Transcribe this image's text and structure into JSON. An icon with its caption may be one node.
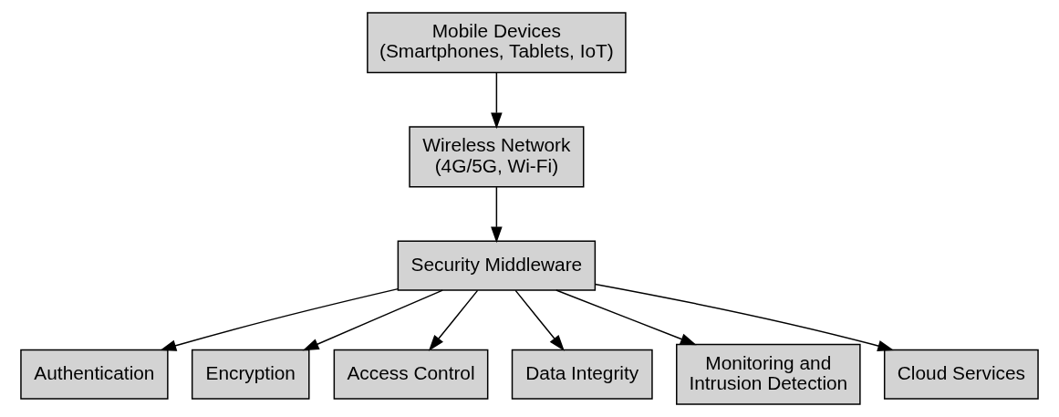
{
  "diagram": {
    "nodes": [
      {
        "text": [
          "Mobile Devices (Smartphones, Tablets, IoT)"
        ]
      },
      {
        "text": [
          "Wireless Network (4G/5G, Wi-Fi)"
        ]
      },
      {
        "text": [
          "Security Middleware"
        ]
      },
      {
        "text": [
          "Authentication"
        ]
      },
      {
        "text": [
          "Encryption"
        ]
      },
      {
        "text": [
          "Access Control"
        ]
      },
      {
        "text": [
          "Data Integrity"
        ]
      },
      {
        "text": [
          "Monitoring and Intrusion Detection"
        ]
      },
      {
        "text": [
          "Cloud Services"
        ]
      }
    ],
    "edges": [
      {
        "from": 0,
        "to": 1,
        "arrow": "to"
      },
      {
        "from": 1,
        "to": 2,
        "arrow": "to"
      },
      {
        "from": 2,
        "to": 3,
        "arrow": "to"
      },
      {
        "from": 2,
        "to": 4,
        "arrow": "to"
      },
      {
        "from": 2,
        "to": 5,
        "arrow": "to"
      },
      {
        "from": 2,
        "to": 6,
        "arrow": "to"
      },
      {
        "from": 2,
        "to": 7,
        "arrow": "to"
      },
      {
        "from": 2,
        "to": 8,
        "arrow": "to"
      }
    ]
  }
}
